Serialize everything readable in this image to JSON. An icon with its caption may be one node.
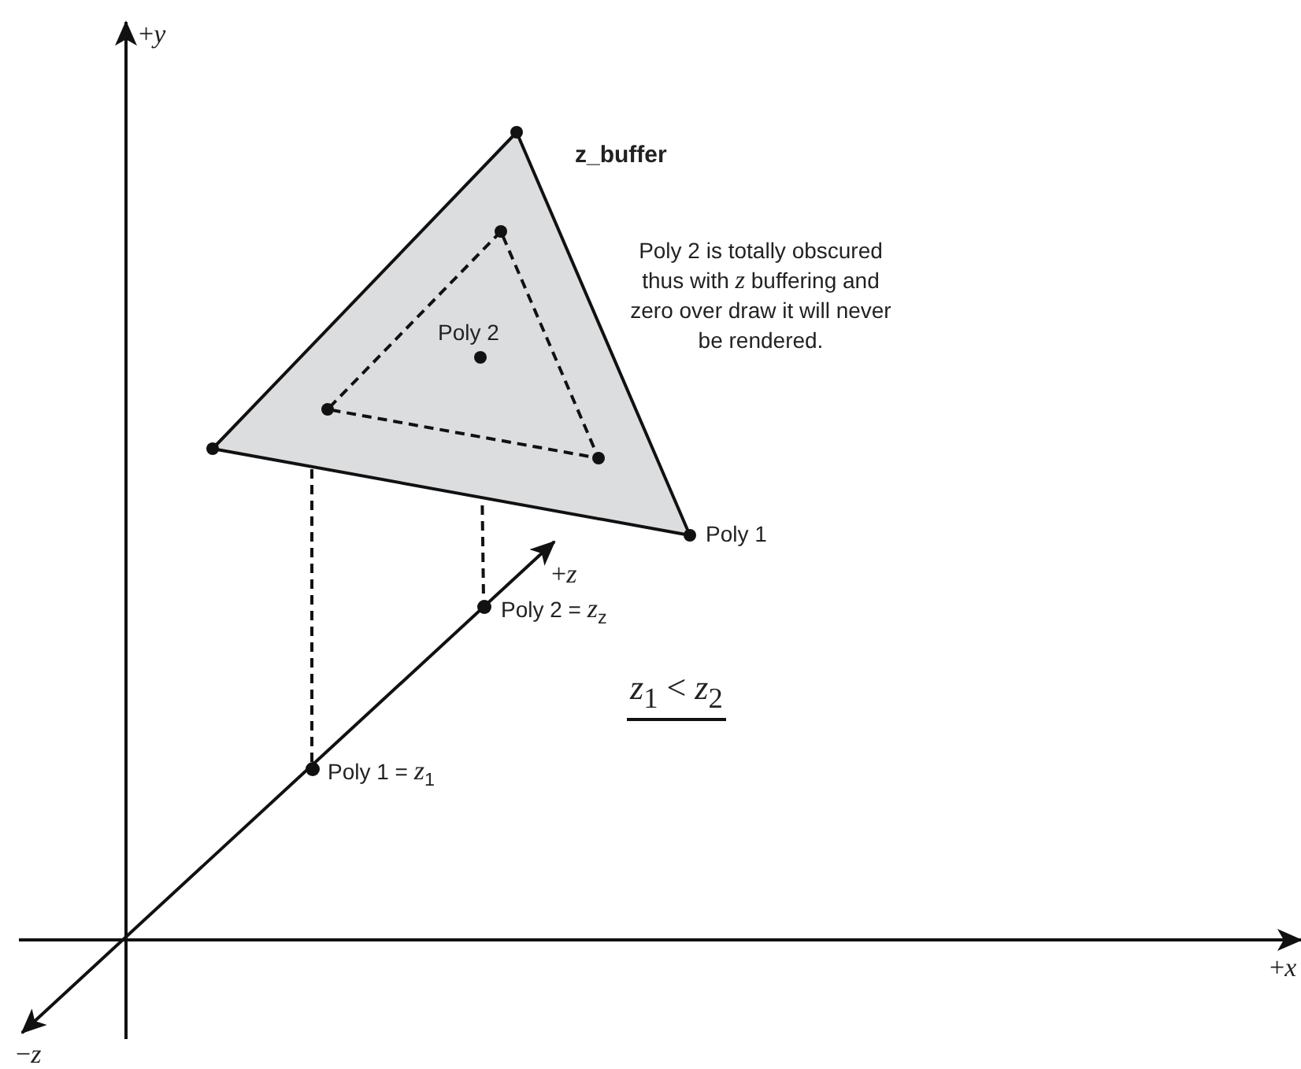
{
  "diagram": {
    "title": "z_buffer",
    "nodes": [
      {
        "text": [],
        "shape": "triangle",
        "beside": [
          "Poly 1"
        ]
      },
      {
        "text": [
          "Poly 2"
        ],
        "in": 0
      },
      {
        "text": [],
        "shape": "circle",
        "beside": [
          "Poly 1 = *z*$_{1}$"
        ]
      },
      {
        "text": [],
        "shape": "circle",
        "beside": [
          "Poly 2 = *z*$_{z}$"
        ]
      }
    ],
    "edges": [
      {
        "from": 0,
        "to": 2,
        "arrow": "none",
        "style": "dashed"
      },
      {
        "from": 1,
        "to": 3,
        "arrow": "none",
        "style": "dashed"
      }
    ],
    "labels": [
      "+*y*",
      "Poly 2 is totally obscured thus with *z* buffering and zero over draw it will never be rendered.",
      "+*z*",
      "*z*$_{1}$ < *z*$_{2}$",
      "+*x*",
      "−*z*"
    ]
  }
}
